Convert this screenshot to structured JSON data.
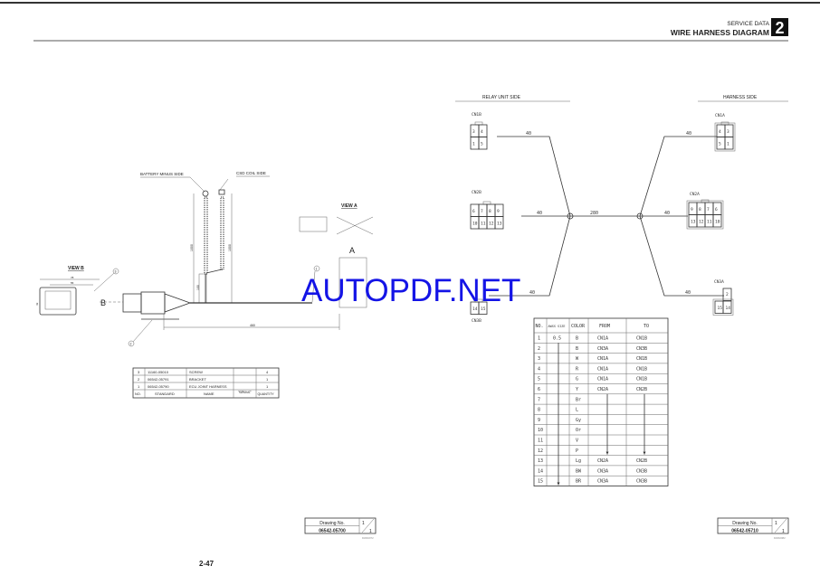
{
  "header": {
    "section": "SERVICE DATA",
    "title": "WIRE HARNESS DIAGRAM",
    "chapter": "2"
  },
  "left_drawing": {
    "battery_label": "BATTERY MINUS SIDE",
    "csd_label": "CSD COIL SIDE",
    "view_a": "VIEW A",
    "view_b": "VIEW B",
    "arrow_a": "A",
    "arrow_b": "B",
    "dim_len": "460",
    "dim_1": "1000",
    "dim_2": "1000",
    "dim_3": "100",
    "vb_w1": "78",
    "vb_w2": "55",
    "vb_h": "43",
    "callouts": [
      "1",
      "2",
      "3"
    ]
  },
  "parts_table": {
    "headers": [
      "NO.",
      "STANDARD",
      "NAME",
      "QUALITY OF MATERIAL",
      "QUANTITY"
    ],
    "rows": [
      {
        "no": "3",
        "standard": "11160-05010",
        "name": "SCREW",
        "material": "",
        "qty": "4"
      },
      {
        "no": "2",
        "standard": "06542-05791",
        "name": "BRACKET",
        "material": "",
        "qty": "1"
      },
      {
        "no": "1",
        "standard": "06542-05790",
        "name": "ECU JOINT HARNESS",
        "material": "",
        "qty": "1"
      }
    ]
  },
  "right_drawing": {
    "relay_side": "RELAY UNIT SIDE",
    "harness_side": "HARNESS SIDE",
    "connectors": {
      "cn1b": {
        "label": "CN1B",
        "pins": [
          "3",
          "4",
          "1",
          "5"
        ]
      },
      "cn2b": {
        "label": "CN2B",
        "pins": [
          "6",
          "7",
          "8",
          "9",
          "10",
          "11",
          "12",
          "13"
        ]
      },
      "cn3b": {
        "label": "CN3B",
        "pins": [
          "14",
          "15"
        ]
      },
      "cn1a": {
        "label": "CN1A",
        "pins": [
          "4",
          "3",
          "5",
          "1"
        ]
      },
      "cn2a": {
        "label": "CN2A",
        "pins": [
          "9",
          "8",
          "7",
          "6",
          "13",
          "12",
          "11",
          "10"
        ]
      },
      "cn3a": {
        "label": "CN3A",
        "pins": [
          "2",
          "15",
          "14"
        ]
      }
    },
    "lengths": {
      "branch": "40",
      "trunk": "280"
    }
  },
  "wire_table": {
    "headers": [
      "NO.",
      "AWSS SIZE",
      "COLOR",
      "FROM",
      "TO"
    ],
    "rows": [
      [
        "1",
        "0.5",
        "B",
        "CN1A",
        "CN1B"
      ],
      [
        "2",
        "",
        "B",
        "CN3A",
        "CN3B"
      ],
      [
        "3",
        "",
        "W",
        "CN1A",
        "CN1B"
      ],
      [
        "4",
        "",
        "R",
        "CN1A",
        "CN1B"
      ],
      [
        "5",
        "",
        "G",
        "CN1A",
        "CN1B"
      ],
      [
        "6",
        "",
        "Y",
        "CN2A",
        "CN2B"
      ],
      [
        "7",
        "",
        "Br",
        "",
        ""
      ],
      [
        "8",
        "",
        "L",
        "",
        ""
      ],
      [
        "9",
        "",
        "Gy",
        "",
        ""
      ],
      [
        "10",
        "",
        "Or",
        "",
        ""
      ],
      [
        "11",
        "",
        "V",
        "",
        ""
      ],
      [
        "12",
        "",
        "P",
        "",
        ""
      ],
      [
        "13",
        "",
        "Lg",
        "CN2A",
        "CN2B"
      ],
      [
        "14",
        "",
        "BW",
        "CN3A",
        "CN3B"
      ],
      [
        "15",
        "",
        "BR",
        "CN3A",
        "CN3B"
      ]
    ]
  },
  "drawing_boxes": [
    {
      "label": "Drawing No.",
      "number": "06542-05700",
      "sheet_top": "1",
      "sheet_bottom": "1",
      "code": "DWA0072"
    },
    {
      "label": "Drawing No.",
      "number": "06542-05710",
      "sheet_top": "1",
      "sheet_bottom": "1",
      "code": "DWA0082"
    }
  ],
  "page_number": "2-47",
  "watermark": "AUTOPDF.NET"
}
